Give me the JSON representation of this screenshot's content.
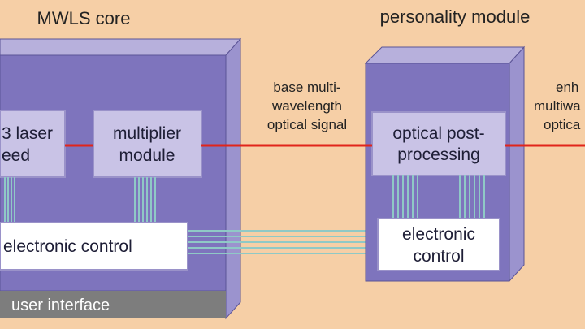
{
  "colors": {
    "background": "#f6cfa6",
    "core_face": "#7e74bd",
    "core_top": "#b7b0dc",
    "core_side": "#9b93ce",
    "inner_box": "#c9c3e6",
    "panel": "#ffffff",
    "signal_line": "#e1251b",
    "bus_line": "#8fc9c6",
    "ui_bar": "#7d7d7d"
  },
  "headings": {
    "core": "MWLS core",
    "module": "personality module"
  },
  "core": {
    "seed_line1": "3 laser",
    "seed_line2": "eed",
    "multiplier_line1": "multiplier",
    "multiplier_line2": "module",
    "electronic_control": "electronic control",
    "user_interface": "user interface"
  },
  "signal": {
    "base_line1": "base multi-",
    "base_line2": "wavelength",
    "base_line3": "optical signal",
    "enhanced_line1": "enh",
    "enhanced_line2": "multiwa",
    "enhanced_line3": "optica"
  },
  "module": {
    "post_line1": "optical post-",
    "post_line2": "processing",
    "control_line1": "electronic",
    "control_line2": "control"
  },
  "icons": {
    "signal_path": "red-optical-signal-line",
    "control_bus": "teal-control-bus-lines"
  }
}
